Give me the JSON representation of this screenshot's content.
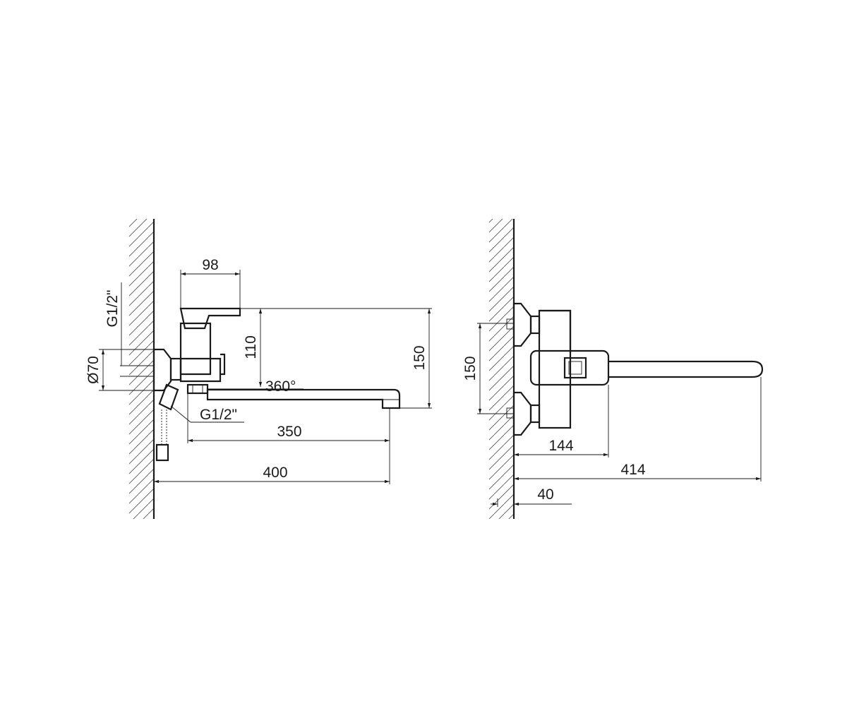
{
  "side_view": {
    "handle_width": "98",
    "handle_height": "110",
    "total_height": "150",
    "inlet_diameter": "Ø70",
    "inlet_thread_top": "G1/2\"",
    "swivel_angle": "360°",
    "hose_thread": "G1/2\"",
    "spout_length": "350",
    "total_length": "400"
  },
  "front_view": {
    "inlet_spacing": "150",
    "body_depth": "144",
    "total_reach": "414",
    "eccentric_offset": "40"
  }
}
